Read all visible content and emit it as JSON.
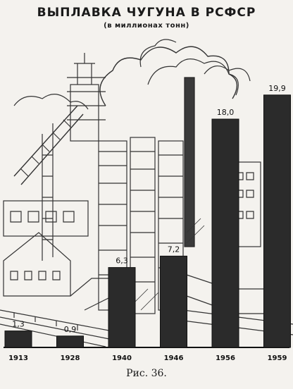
{
  "chart_data": {
    "type": "bar",
    "title": "ВЫПЛАВКА ЧУГУНА В РСФСР",
    "subtitle": "(в миллионах тонн)",
    "categories": [
      "1913",
      "1928",
      "1940",
      "1946",
      "1956",
      "1959"
    ],
    "values": [
      1.3,
      0.9,
      6.3,
      7.2,
      18.0,
      19.9
    ],
    "value_labels": [
      "1,3",
      "0,9",
      "6,3",
      "7,2",
      "18,0",
      "19,9"
    ],
    "ylim": [
      0,
      20
    ],
    "grid": false,
    "bar_color": "#2b2b2b",
    "background_illustration": "blast-furnace-factory"
  },
  "caption": "Рис. 36."
}
